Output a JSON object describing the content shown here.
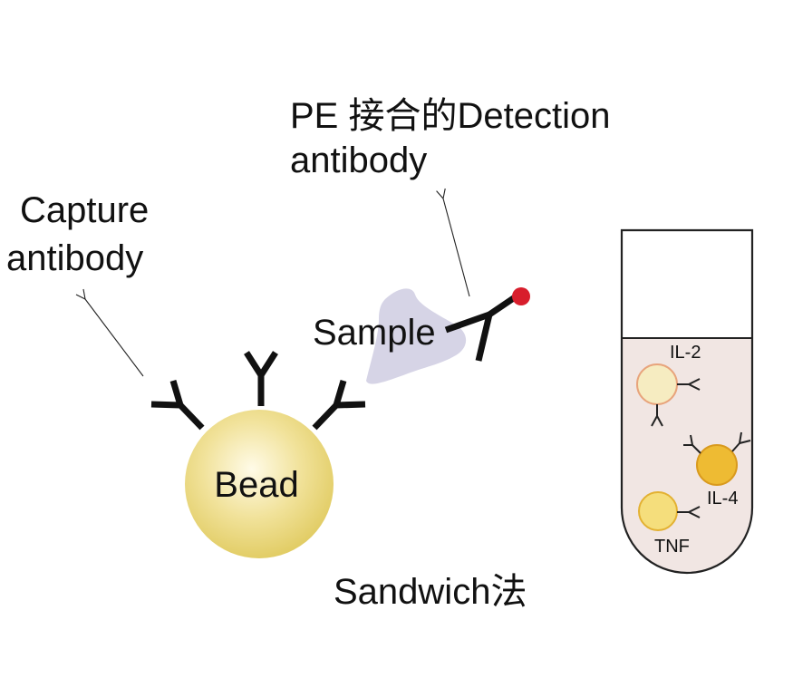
{
  "labels": {
    "detection_line1": "PE 接合的Detection",
    "detection_line2": "antibody",
    "capture_line1": "Capture",
    "capture_line2": "antibody",
    "sample": "Sample",
    "bead": "Bead",
    "method": "Sandwich法"
  },
  "tube": {
    "il2": "IL-2",
    "il4": "IL-4",
    "tnf": "TNF"
  },
  "colors": {
    "bead_fill": "#e8d57a",
    "sample_fill": "#d6d4e6",
    "pe_dot": "#d81e2c",
    "tube_liquid": "#f1e6e3",
    "il2_cell": "#f6ecc1",
    "il4_cell": "#eebb33",
    "tnf_cell": "#f5de7c"
  }
}
